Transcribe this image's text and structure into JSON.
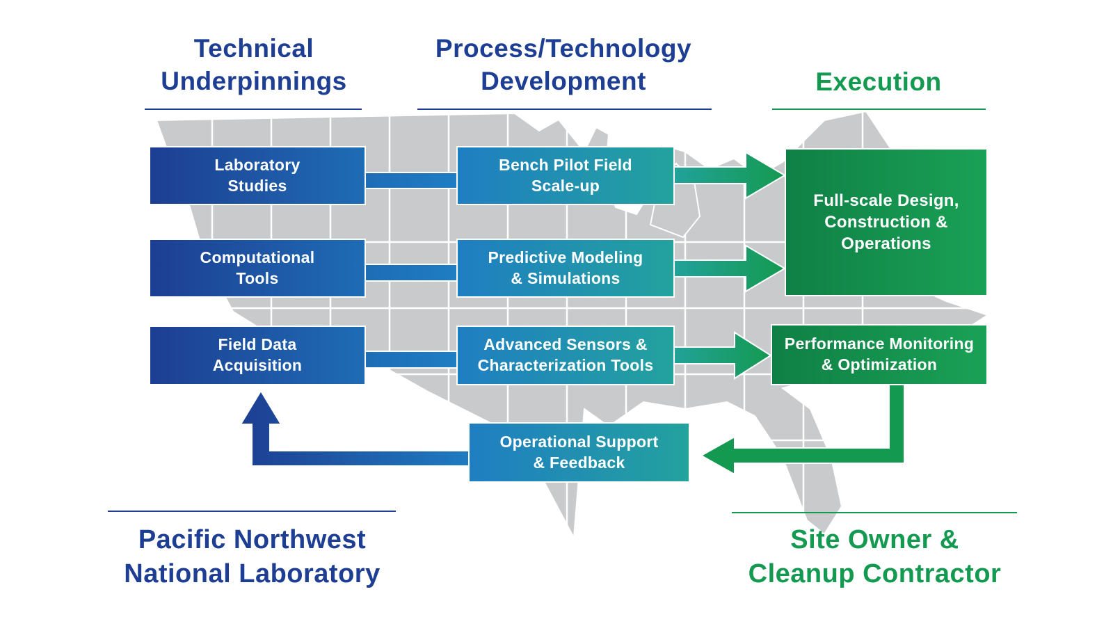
{
  "palette": {
    "navy": "#1d3e92",
    "blue_mid": "#1e6cb5",
    "blue": "#1f7ec2",
    "teal": "#23a29e",
    "green": "#149a50",
    "green_dark": "#0f8045",
    "green_light": "#1aa156",
    "map_gray": "#c9cacb"
  },
  "headings": {
    "col1": "Technical\nUnderpinnings",
    "col2": "Process/Technology\nDevelopment",
    "col3": "Execution"
  },
  "boxes": {
    "laboratory_studies": "Laboratory\nStudies",
    "computational_tools": "Computational\nTools",
    "field_data_acquisition": "Field Data\nAcquisition",
    "bench_pilot": "Bench Pilot Field\nScale-up",
    "predictive_modeling": "Predictive Modeling\n& Simulations",
    "advanced_sensors": "Advanced Sensors &\nCharacterization Tools",
    "operational_support": "Operational Support\n& Feedback",
    "full_scale": "Full-scale Design,\nConstruction &\nOperations",
    "performance_monitoring": "Performance Monitoring\n& Optimization"
  },
  "footers": {
    "left": "Pacific Northwest\nNational Laboratory",
    "right": "Site Owner &\nCleanup Contractor"
  }
}
